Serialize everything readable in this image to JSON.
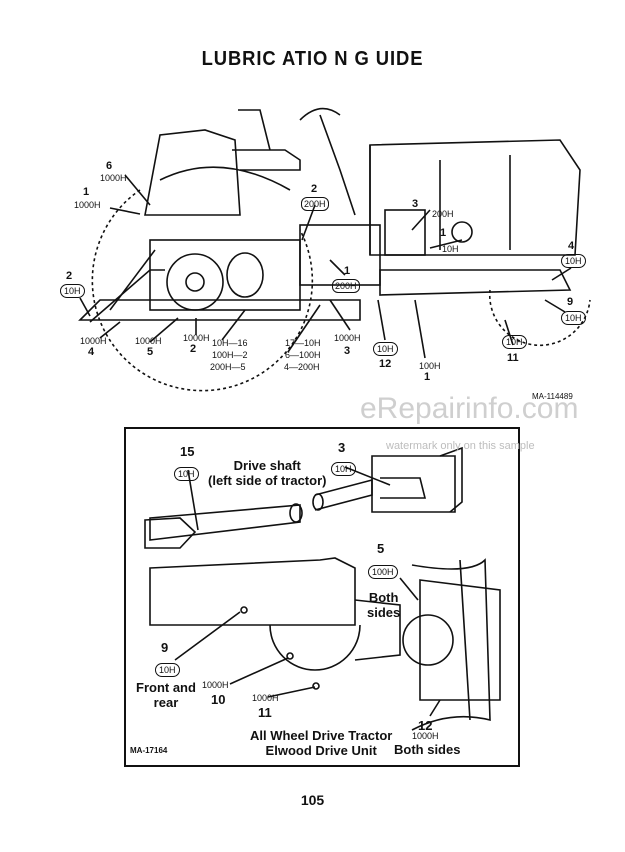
{
  "title": "LUBRIC ATIO N G UIDE",
  "top_diagram": {
    "ref_code": "MA-114489",
    "callouts": [
      {
        "key": "c6",
        "num": "6",
        "text": "1000H"
      },
      {
        "key": "c1a",
        "num": "1",
        "text": "1000H"
      },
      {
        "key": "c2a",
        "num": "2",
        "text": "200H"
      },
      {
        "key": "c3a",
        "num": "3",
        "text": "200H"
      },
      {
        "key": "c1b",
        "num": "1",
        "text": "10H"
      },
      {
        "key": "c4a",
        "num": "4",
        "text": "10H"
      },
      {
        "key": "c2b",
        "num": "2",
        "text": "10H"
      },
      {
        "key": "c9a",
        "num": "9",
        "text": "10H"
      },
      {
        "key": "c1c",
        "num": "1",
        "text": "200H"
      },
      {
        "key": "c4b",
        "num": "4",
        "text": "1000H"
      },
      {
        "key": "c5a",
        "num": "5",
        "text": "1000H"
      },
      {
        "key": "c2c",
        "num": "2",
        "text": "1000H"
      },
      {
        "key": "c3b",
        "num": "3",
        "text": "1000H"
      },
      {
        "key": "c12a",
        "num": "12",
        "text": "10H"
      },
      {
        "key": "c11a",
        "num": "11",
        "text": "10H"
      },
      {
        "key": "c1d",
        "num": "1",
        "text": "100H"
      }
    ],
    "multi": {
      "a": [
        "10H—16",
        "100H—2",
        "200H—5"
      ],
      "b": [
        "17—10H",
        "6—100H",
        "4—200H"
      ]
    }
  },
  "inset": {
    "ref_code": "MA-17164",
    "drive_shaft": "Drive shaft\n(left side of tractor)",
    "c15": {
      "num": "15",
      "text": "10H"
    },
    "c3": {
      "num": "3",
      "text": "10H"
    },
    "c5": {
      "num": "5",
      "text": "100H"
    },
    "both_sides": "Both\nsides",
    "c9": {
      "num": "9",
      "text": "10H"
    },
    "front_rear": "Front and\nrear",
    "c10": {
      "num": "10",
      "text": "1000H"
    },
    "c11": {
      "num": "11",
      "text": "1000H"
    },
    "caption": "All Wheel Drive Tractor\nElwood Drive Unit",
    "c12": {
      "num": "12",
      "text": "1000H",
      "sub": "Both sides"
    }
  },
  "watermark": {
    "site": "eRepairinfo.com",
    "note": "watermark only on this sample"
  },
  "page_number": "105"
}
